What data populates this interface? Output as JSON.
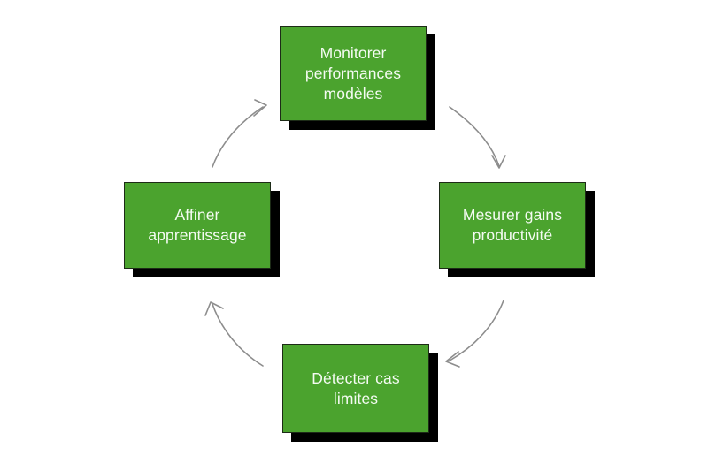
{
  "diagram": {
    "type": "cycle",
    "background_color": "#ffffff",
    "node_fill_color": "#4ba32e",
    "node_border_color": "#1d2b17",
    "node_shadow_color": "#000000",
    "node_text_color": "#f4fbf2",
    "arrow_color": "#8d8d8d",
    "nodes": [
      {
        "id": "top",
        "label": "Monitorer\nperformances\nmodèles"
      },
      {
        "id": "right",
        "label": "Mesurer gains\nproductivité"
      },
      {
        "id": "bottom",
        "label": "Détecter cas\nlimites"
      },
      {
        "id": "left",
        "label": "Affiner\napprentissage"
      }
    ],
    "arrows": [
      {
        "id": "top-to-right",
        "from": "top",
        "to": "right",
        "direction": "clockwise"
      },
      {
        "id": "right-to-bottom",
        "from": "right",
        "to": "bottom",
        "direction": "clockwise"
      },
      {
        "id": "bottom-to-left",
        "from": "bottom",
        "to": "left",
        "direction": "clockwise"
      },
      {
        "id": "left-to-top",
        "from": "left",
        "to": "top",
        "direction": "clockwise"
      }
    ]
  }
}
